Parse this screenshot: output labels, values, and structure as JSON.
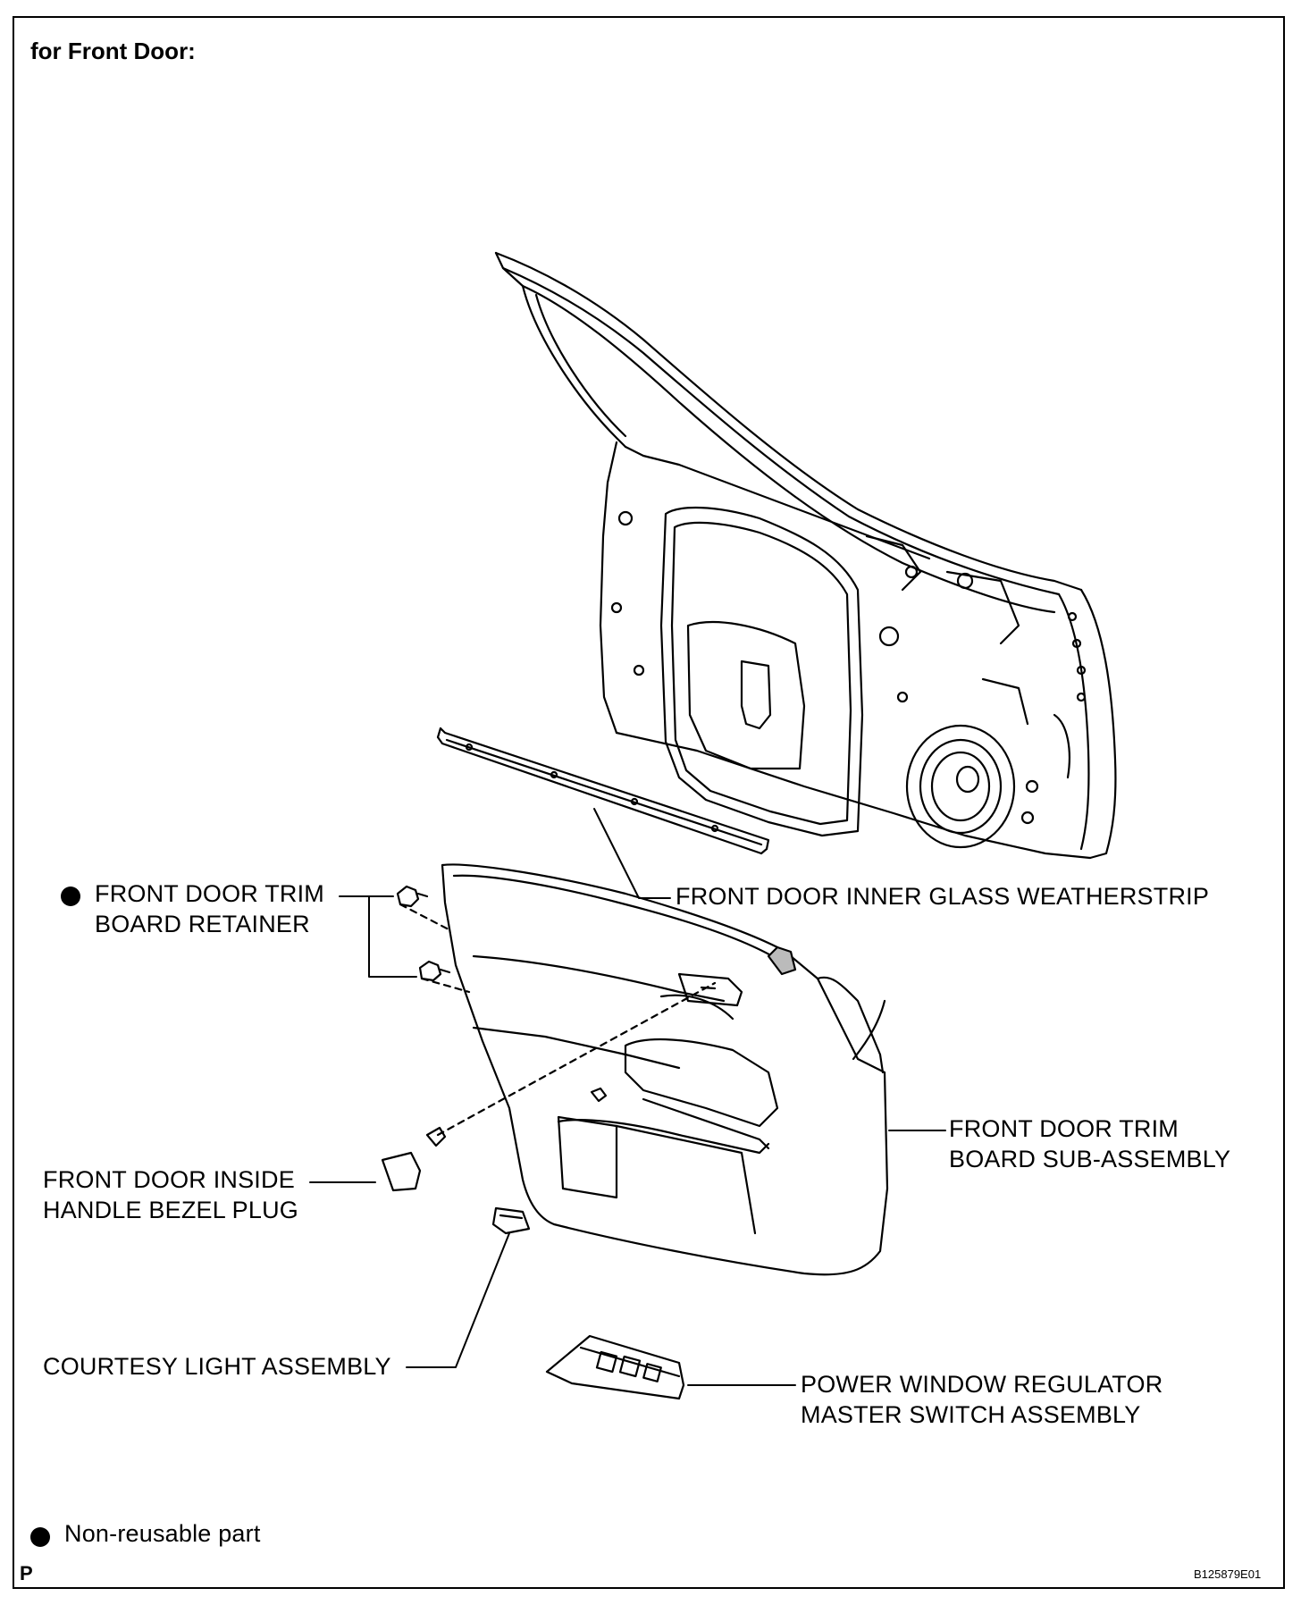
{
  "heading": "for Front Door:",
  "labels": {
    "retainer_l1": "FRONT DOOR TRIM",
    "retainer_l2": "BOARD RETAINER",
    "weatherstrip": "FRONT DOOR INNER GLASS WEATHERSTRIP",
    "trim_board_l1": "FRONT DOOR TRIM",
    "trim_board_l2": "BOARD SUB-ASSEMBLY",
    "bezel_plug_l1": "FRONT DOOR INSIDE",
    "bezel_plug_l2": "HANDLE BEZEL PLUG",
    "courtesy_light": "COURTESY LIGHT ASSEMBLY",
    "master_switch_l1": "POWER WINDOW REGULATOR",
    "master_switch_l2": "MASTER SWITCH ASSEMBLY"
  },
  "legend": {
    "non_reusable": "Non-reusable part"
  },
  "footer": {
    "left_code": "P",
    "figure_id": "B125879E01"
  }
}
